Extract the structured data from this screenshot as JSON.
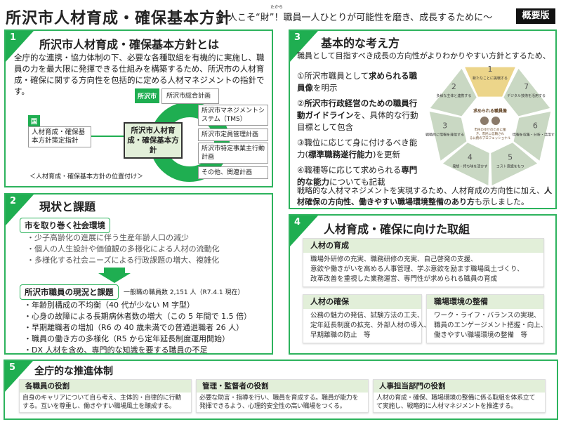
{
  "header": {
    "title": "所沢市人材育成・確保基本方針",
    "subtitle": "～人こそ“財”！職員一人ひとりが可能性を磨き、成長するために～",
    "ruby": "たから",
    "badge": "概要版"
  },
  "s1": {
    "num": "1",
    "heading": "所沢市人材育成・確保基本方針とは",
    "body": "全庁的な連携・協力体制の下、必要な各種取組を有機的に実施し、職員の力を最大限に発揮できる仕組みを構築するため、所沢市の人材育成・確保に関する方向性を包括的に定める人材マネジメントの指針です。",
    "kuni_tag": "国",
    "kuni_box": "人材育成・確保基本方針策定指針",
    "city_tag": "所沢市",
    "city_plan": "所沢市総合計画",
    "center": "所沢市人材育成・確保基本方針",
    "related": [
      "所沢市マネジメントシステム（TMS）",
      "所沢市定員管理計画",
      "所沢市特定事業主行動計画",
      "その他、関連計画"
    ],
    "caption": "＜人材育成・確保基本方針の位置付け＞"
  },
  "s2": {
    "num": "2",
    "heading": "現状と課題",
    "env_label": "市を取り巻く社会環境",
    "env_items": [
      "・少子高齢化の進展に伴う生産年齢人口の減少",
      "・個人の人生設計や価値観の多様化による人材の流動化",
      "・多様化する社会ニーズによる行政課題の増大、複雑化"
    ],
    "staff_label": "所沢市職員の現況と課題",
    "staff_count": "一般職の職員数 2,151 人（R7.4.1 現在）",
    "staff_items": [
      "・年齢別構成の不均衡（40 代が少ない M 字型）",
      "・心身の故障による長期病休者数の増大（この 5 年間で 1.5 倍）",
      "・早期離職者の増加（R6 の 40 歳未満での普通退職者 26 人）",
      "・職員の働き方の多様化（R5 から定年延長制度運用開始）",
      "・DX 人材を含め、専門的な知識を要する職員の不足"
    ]
  },
  "s3": {
    "num": "3",
    "heading": "基本的な考え方",
    "intro": "職員として目指すべき成長の方向性がよりわかりやすい方針とするため、",
    "points": [
      {
        "pre": "①所沢市職員として",
        "bold": "求められる職員像",
        "post": "を明示"
      },
      {
        "pre": "②",
        "bold": "所沢市行政経営のための職員行動ガイドライン",
        "post": "を、具体的な行動目標として包含"
      },
      {
        "pre": "③職位に応じて身に付けるべき能力(",
        "bold": "標準職務遂行能力",
        "post": ")を更新"
      },
      {
        "pre": "④職種等に応じて求められる",
        "bold": "専門的な能力",
        "post": "についても記載"
      }
    ],
    "outro": "戦略的な人材マネジメントを実現するため、人材育成の方向性に加え、",
    "outro_bold": "人材確保の方向性、働きやすい職場環境整備のあり方",
    "outro_post": "も示しました。",
    "diagram": {
      "center_title": "求められる職員像",
      "center_text": "市民の幸せのために働き、市民に信頼される公務のプロフェッショナル",
      "segments": [
        {
          "n": "1",
          "label": "新たなことに挑戦する",
          "highlight": true
        },
        {
          "n": "7",
          "label": "デジタル技術を活用する"
        },
        {
          "n": "6",
          "label": "情報を収集・分析・活用する"
        },
        {
          "n": "5",
          "label": "コスト意識をもつ"
        },
        {
          "n": "4",
          "label": "発想・持ち味を活かす"
        },
        {
          "n": "3",
          "label": "戦略的に情報を発信する"
        },
        {
          "n": "2",
          "label": "多様な主体と連携する"
        }
      ],
      "colors": {
        "segment": "#c9d8c3",
        "highlight": "#ecd58a"
      }
    }
  },
  "s4": {
    "num": "4",
    "heading": "人材育成・確保に向けた取組",
    "cards": [
      {
        "title": "人材の育成",
        "lines": [
          "職場外研修の充実、職務研修の充実、自己啓発の支援、",
          "意欲や働きがいを高める人事管理、学ぶ意欲を励ます職場風土づくり、",
          "改革改善を重視した業務運営、専門性が求められる職員の育成"
        ]
      },
      {
        "title": "人材の確保",
        "lines": [
          "公務の魅力の発信、試験方法の工夫、",
          "定年延長制度の拡充、外部人材の導入、",
          "早期離職の防止　等"
        ]
      },
      {
        "title": "職場環境の整備",
        "lines": [
          "ワーク・ライフ・バランスの実現、",
          "職員のエンゲージメント把握・向上、",
          "働きやすい職場環境の整備　等"
        ]
      }
    ]
  },
  "s5": {
    "num": "5",
    "heading": "全庁的な推進体制",
    "cards": [
      {
        "title": "各職員の役割",
        "lines": [
          "自身のキャリアについて自ら考え、主体的・自律的に行動",
          "する。互いを尊重し、働きやすい職場風土を醸成する。"
        ]
      },
      {
        "title": "管理・監督者の役割",
        "lines": [
          "必要な助言・指導を行い、職員を育成する。職員が能力を",
          "発揮できるよう、心理的安全性の高い職場をつくる。"
        ]
      },
      {
        "title": "人事担当部門の役割",
        "lines": [
          "人材の育成・確保、職場環境の整備に係る取組を体系立て",
          "て実施し、戦略的に人材マネジメントを推進する。"
        ]
      }
    ]
  },
  "colors": {
    "green": "#1fae51",
    "border": "#2db35d",
    "card_header": "#e2efd9"
  }
}
